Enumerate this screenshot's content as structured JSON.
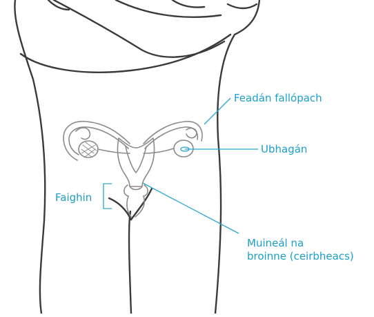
{
  "labels": {
    "fallopian_tube": "Feadán fallópach",
    "ovary": "Ubhagán",
    "vagina": "Faighin",
    "cervix_line1": "Muineál na",
    "cervix_line2": "broinne (ceirbheacs)"
  },
  "colors": {
    "label_text": "#1a9fc9",
    "leader_line": "#2aa8d4",
    "outline": "#3a3a3a",
    "anatomy": "#8a8a8a",
    "background": "#ffffff"
  }
}
